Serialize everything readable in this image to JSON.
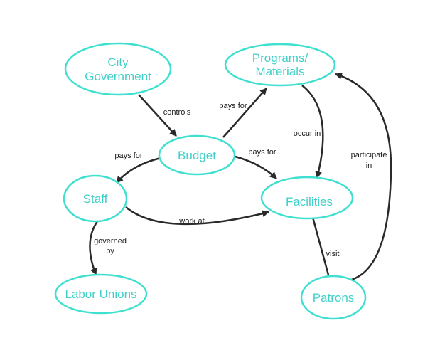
{
  "colors": {
    "node_border": "#40e0d0",
    "node_text": "#40d0c8",
    "edge": "#2a2a2a"
  },
  "nodes": {
    "city_government": {
      "label_line1": "City",
      "label_line2": "Government"
    },
    "programs": {
      "label_line1": "Programs/",
      "label_line2": "Materials"
    },
    "budget": {
      "label": "Budget"
    },
    "staff": {
      "label": "Staff"
    },
    "facilities": {
      "label": "Facilities"
    },
    "labor_unions": {
      "label": "Labor Unions"
    },
    "patrons": {
      "label": "Patrons"
    }
  },
  "edges": {
    "controls": {
      "label": "controls"
    },
    "budget_programs": {
      "label": "pays for"
    },
    "budget_staff": {
      "label": "pays for"
    },
    "budget_facilities": {
      "label": "pays for"
    },
    "occur_in": {
      "label": "occur in"
    },
    "participate_in": {
      "label_line1": "participate",
      "label_line2": "in"
    },
    "work_at": {
      "label": "work at"
    },
    "governed_by": {
      "label_line1": "governed",
      "label_line2": "by"
    },
    "visit": {
      "label": "visit"
    }
  }
}
